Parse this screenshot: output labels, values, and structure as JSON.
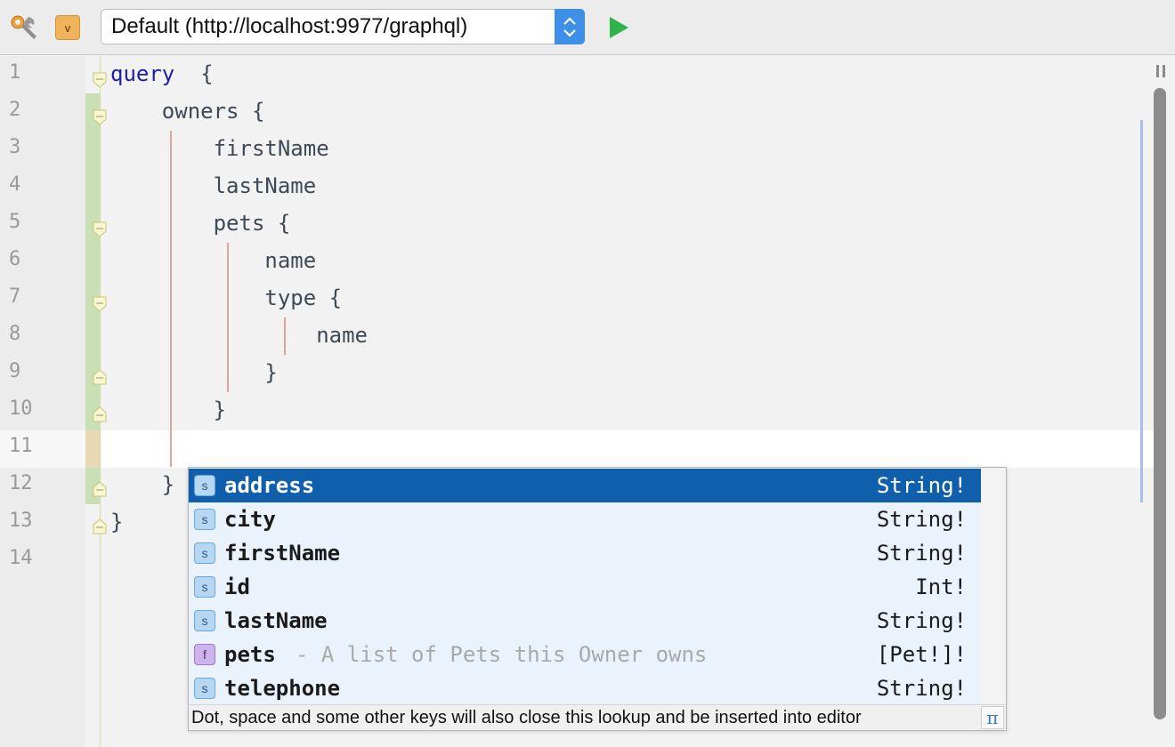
{
  "toolbar": {
    "version_badge": "v",
    "endpoint": "Default (http://localhost:9977/graphql)"
  },
  "editor": {
    "line_numbers": [
      "1",
      "2",
      "3",
      "4",
      "5",
      "6",
      "7",
      "8",
      "9",
      "10",
      "11",
      "12",
      "13",
      "14"
    ],
    "lines": [
      {
        "kw": "query",
        "rest": "  {"
      },
      {
        "kw": "",
        "rest": "    owners {"
      },
      {
        "kw": "",
        "rest": "        firstName"
      },
      {
        "kw": "",
        "rest": "        lastName"
      },
      {
        "kw": "",
        "rest": "        pets {"
      },
      {
        "kw": "",
        "rest": "            name"
      },
      {
        "kw": "",
        "rest": "            type {"
      },
      {
        "kw": "",
        "rest": "                name"
      },
      {
        "kw": "",
        "rest": "            }"
      },
      {
        "kw": "",
        "rest": "        }"
      },
      {
        "kw": "",
        "rest": ""
      },
      {
        "kw": "",
        "rest": "    }"
      },
      {
        "kw": "",
        "rest": "}"
      },
      {
        "kw": "",
        "rest": ""
      }
    ]
  },
  "completion": {
    "items": [
      {
        "kind": "s",
        "name": "address",
        "desc": "",
        "type": "String!",
        "selected": true
      },
      {
        "kind": "s",
        "name": "city",
        "desc": "",
        "type": "String!"
      },
      {
        "kind": "s",
        "name": "firstName",
        "desc": "",
        "type": "String!"
      },
      {
        "kind": "s",
        "name": "id",
        "desc": "",
        "type": "Int!"
      },
      {
        "kind": "s",
        "name": "lastName",
        "desc": "",
        "type": "String!"
      },
      {
        "kind": "f",
        "name": "pets",
        "desc": "- A list of Pets this Owner owns",
        "type": "[Pet!]!"
      },
      {
        "kind": "s",
        "name": "telephone",
        "desc": "",
        "type": "String!"
      }
    ],
    "footer": "Dot, space and some other keys will also close this lookup and be inserted into editor",
    "pi_symbol": "π"
  },
  "colors": {
    "keyword": "#1f1ea6",
    "selection": "#0f5fad",
    "run": "#2db34a"
  },
  "icons": [
    "wrench-icon",
    "run-icon",
    "fold-marker-icon",
    "pause-icon",
    "pi-icon"
  ]
}
